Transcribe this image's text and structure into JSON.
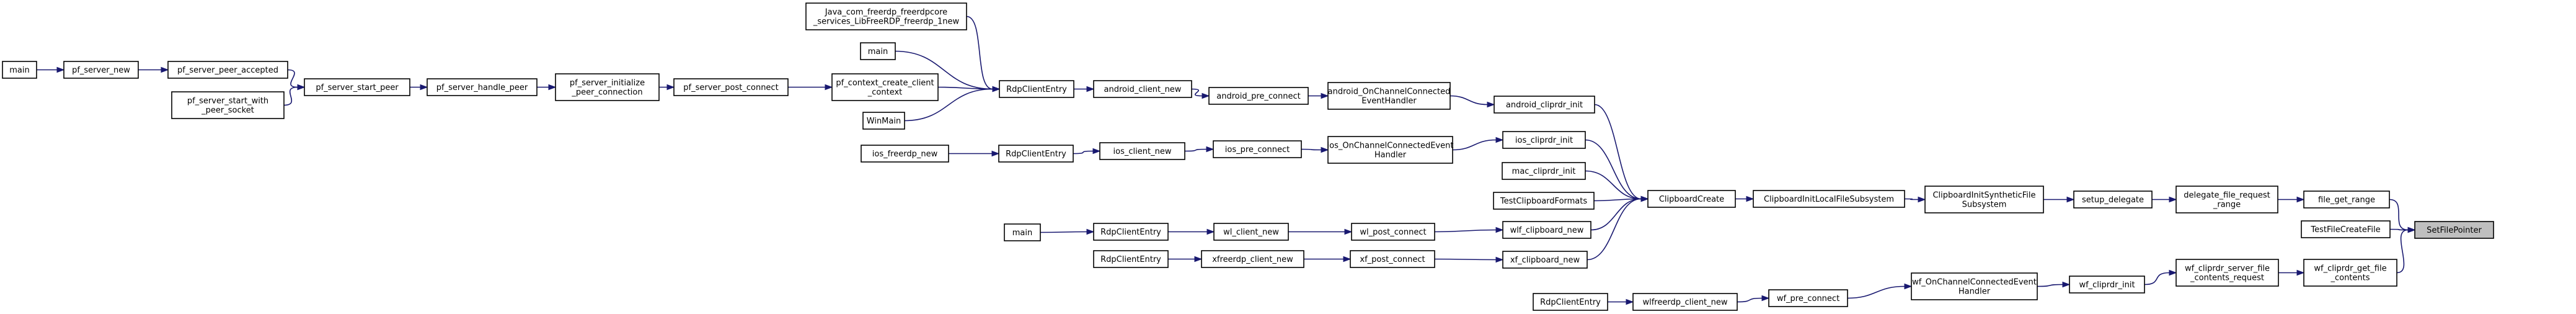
{
  "graph": {
    "nodes": [
      {
        "id": "n_main_l",
        "lines": [
          "main"
        ],
        "selected": false
      },
      {
        "id": "n_pf_server_new",
        "lines": [
          "pf_server_new"
        ],
        "selected": false
      },
      {
        "id": "n_pf_server_peer_accepted",
        "lines": [
          "pf_server_peer_accepted"
        ],
        "selected": false
      },
      {
        "id": "n_pf_server_start_with_peer_socket",
        "lines": [
          "pf_server_start_with",
          "_peer_socket"
        ],
        "selected": false
      },
      {
        "id": "n_pf_server_start_peer",
        "lines": [
          "pf_server_start_peer"
        ],
        "selected": false
      },
      {
        "id": "n_pf_server_handle_peer",
        "lines": [
          "pf_server_handle_peer"
        ],
        "selected": false
      },
      {
        "id": "n_pf_server_initialize_peer_connection",
        "lines": [
          "pf_server_initialize",
          "_peer_connection"
        ],
        "selected": false
      },
      {
        "id": "n_pf_server_post_connect",
        "lines": [
          "pf_server_post_connect"
        ],
        "selected": false
      },
      {
        "id": "n_java_freerdp_new",
        "lines": [
          "Java_com_freerdp_freerdpcore",
          "_services_LibFreeRDP_freerdp_1new"
        ],
        "selected": false
      },
      {
        "id": "n_main_top",
        "lines": [
          "main"
        ],
        "selected": false
      },
      {
        "id": "n_pf_context_create_client_context",
        "lines": [
          "pf_context_create_client",
          "_context"
        ],
        "selected": false
      },
      {
        "id": "n_winmain",
        "lines": [
          "WinMain"
        ],
        "selected": false
      },
      {
        "id": "n_rdp_client_entry_a",
        "lines": [
          "RdpClientEntry"
        ],
        "selected": false
      },
      {
        "id": "n_android_client_new",
        "lines": [
          "android_client_new"
        ],
        "selected": false
      },
      {
        "id": "n_android_pre_connect",
        "lines": [
          "android_pre_connect"
        ],
        "selected": false
      },
      {
        "id": "n_android_onchannelconnected",
        "lines": [
          "android_OnChannelConnected",
          "EventHandler"
        ],
        "selected": false
      },
      {
        "id": "n_android_cliprdr_init",
        "lines": [
          "android_cliprdr_init"
        ],
        "selected": false
      },
      {
        "id": "n_ios_freerdp_new",
        "lines": [
          "ios_freerdp_new"
        ],
        "selected": false
      },
      {
        "id": "n_rdp_client_entry_ios",
        "lines": [
          "RdpClientEntry"
        ],
        "selected": false
      },
      {
        "id": "n_ios_client_new",
        "lines": [
          "ios_client_new"
        ],
        "selected": false
      },
      {
        "id": "n_ios_pre_connect",
        "lines": [
          "ios_pre_connect"
        ],
        "selected": false
      },
      {
        "id": "n_ios_onchannelconnected",
        "lines": [
          "ios_OnChannelConnectedEvent",
          "Handler"
        ],
        "selected": false
      },
      {
        "id": "n_ios_cliprdr_init",
        "lines": [
          "ios_cliprdr_init"
        ],
        "selected": false
      },
      {
        "id": "n_mac_cliprdr_init",
        "lines": [
          "mac_cliprdr_init"
        ],
        "selected": false
      },
      {
        "id": "n_test_clipboard_formats",
        "lines": [
          "TestClipboardFormats"
        ],
        "selected": false
      },
      {
        "id": "n_main_wl",
        "lines": [
          "main"
        ],
        "selected": false
      },
      {
        "id": "n_rdp_client_entry_wl",
        "lines": [
          "RdpClientEntry"
        ],
        "selected": false
      },
      {
        "id": "n_wl_client_new",
        "lines": [
          "wl_client_new"
        ],
        "selected": false
      },
      {
        "id": "n_wl_post_connect",
        "lines": [
          "wl_post_connect"
        ],
        "selected": false
      },
      {
        "id": "n_wlf_clipboard_new",
        "lines": [
          "wlf_clipboard_new"
        ],
        "selected": false
      },
      {
        "id": "n_rdp_client_entry_xf",
        "lines": [
          "RdpClientEntry"
        ],
        "selected": false
      },
      {
        "id": "n_xfreerdp_client_new",
        "lines": [
          "xfreerdp_client_new"
        ],
        "selected": false
      },
      {
        "id": "n_xf_post_connect",
        "lines": [
          "xf_post_connect"
        ],
        "selected": false
      },
      {
        "id": "n_xf_clipboard_new",
        "lines": [
          "xf_clipboard_new"
        ],
        "selected": false
      },
      {
        "id": "n_clipboard_create",
        "lines": [
          "ClipboardCreate"
        ],
        "selected": false
      },
      {
        "id": "n_clipboard_init_local_file_subsystem",
        "lines": [
          "ClipboardInitLocalFileSubsystem"
        ],
        "selected": false
      },
      {
        "id": "n_clipboard_init_synthetic_file_subsystem",
        "lines": [
          "ClipboardInitSyntheticFile",
          "Subsystem"
        ],
        "selected": false
      },
      {
        "id": "n_setup_delegate",
        "lines": [
          "setup_delegate"
        ],
        "selected": false
      },
      {
        "id": "n_delegate_file_request_range",
        "lines": [
          "delegate_file_request",
          "_range"
        ],
        "selected": false
      },
      {
        "id": "n_file_get_range",
        "lines": [
          "file_get_range"
        ],
        "selected": false
      },
      {
        "id": "n_set_file_pointer",
        "lines": [
          "SetFilePointer"
        ],
        "selected": true
      },
      {
        "id": "n_test_file_create_file",
        "lines": [
          "TestFileCreateFile"
        ],
        "selected": false
      },
      {
        "id": "n_rdp_client_entry_wlf",
        "lines": [
          "RdpClientEntry"
        ],
        "selected": false
      },
      {
        "id": "n_wlfreerdp_client_new",
        "lines": [
          "wlfreerdp_client_new"
        ],
        "selected": false
      },
      {
        "id": "n_wf_pre_connect",
        "lines": [
          "wf_pre_connect"
        ],
        "selected": false
      },
      {
        "id": "n_wf_onchannelconnected",
        "lines": [
          "wf_OnChannelConnectedEvent",
          "Handler"
        ],
        "selected": false
      },
      {
        "id": "n_wf_cliprdr_init",
        "lines": [
          "wf_cliprdr_init"
        ],
        "selected": false
      },
      {
        "id": "n_wf_cliprdr_server_file_contents_request",
        "lines": [
          "wf_cliprdr_server_file",
          "_contents_request"
        ],
        "selected": false
      },
      {
        "id": "n_wf_cliprdr_get_file_contents",
        "lines": [
          "wf_cliprdr_get_file",
          "_contents"
        ],
        "selected": false
      }
    ],
    "edges": [
      {
        "from": "n_main_l",
        "to": "n_pf_server_new"
      },
      {
        "from": "n_pf_server_new",
        "to": "n_pf_server_peer_accepted"
      },
      {
        "from": "n_pf_server_peer_accepted",
        "to": "n_pf_server_start_peer"
      },
      {
        "from": "n_pf_server_start_with_peer_socket",
        "to": "n_pf_server_start_peer"
      },
      {
        "from": "n_pf_server_start_peer",
        "to": "n_pf_server_handle_peer"
      },
      {
        "from": "n_pf_server_handle_peer",
        "to": "n_pf_server_initialize_peer_connection"
      },
      {
        "from": "n_pf_server_initialize_peer_connection",
        "to": "n_pf_server_post_connect"
      },
      {
        "from": "n_pf_server_post_connect",
        "to": "n_pf_context_create_client_context"
      },
      {
        "from": "n_java_freerdp_new",
        "to": "n_rdp_client_entry_a"
      },
      {
        "from": "n_main_top",
        "to": "n_rdp_client_entry_a"
      },
      {
        "from": "n_pf_context_create_client_context",
        "to": "n_rdp_client_entry_a"
      },
      {
        "from": "n_winmain",
        "to": "n_rdp_client_entry_a"
      },
      {
        "from": "n_rdp_client_entry_a",
        "to": "n_android_client_new"
      },
      {
        "from": "n_android_client_new",
        "to": "n_android_pre_connect"
      },
      {
        "from": "n_android_pre_connect",
        "to": "n_android_onchannelconnected"
      },
      {
        "from": "n_android_onchannelconnected",
        "to": "n_android_cliprdr_init"
      },
      {
        "from": "n_android_cliprdr_init",
        "to": "n_clipboard_create"
      },
      {
        "from": "n_ios_freerdp_new",
        "to": "n_rdp_client_entry_ios"
      },
      {
        "from": "n_rdp_client_entry_ios",
        "to": "n_ios_client_new"
      },
      {
        "from": "n_ios_client_new",
        "to": "n_ios_pre_connect"
      },
      {
        "from": "n_ios_pre_connect",
        "to": "n_ios_onchannelconnected"
      },
      {
        "from": "n_ios_onchannelconnected",
        "to": "n_ios_cliprdr_init"
      },
      {
        "from": "n_ios_cliprdr_init",
        "to": "n_clipboard_create"
      },
      {
        "from": "n_mac_cliprdr_init",
        "to": "n_clipboard_create"
      },
      {
        "from": "n_test_clipboard_formats",
        "to": "n_clipboard_create"
      },
      {
        "from": "n_main_wl",
        "to": "n_rdp_client_entry_wl"
      },
      {
        "from": "n_rdp_client_entry_wl",
        "to": "n_wl_client_new"
      },
      {
        "from": "n_wl_client_new",
        "to": "n_wl_post_connect"
      },
      {
        "from": "n_wl_post_connect",
        "to": "n_wlf_clipboard_new"
      },
      {
        "from": "n_wlf_clipboard_new",
        "to": "n_clipboard_create"
      },
      {
        "from": "n_rdp_client_entry_xf",
        "to": "n_xfreerdp_client_new"
      },
      {
        "from": "n_xfreerdp_client_new",
        "to": "n_xf_post_connect"
      },
      {
        "from": "n_xf_post_connect",
        "to": "n_xf_clipboard_new"
      },
      {
        "from": "n_xf_clipboard_new",
        "to": "n_clipboard_create"
      },
      {
        "from": "n_clipboard_create",
        "to": "n_clipboard_init_local_file_subsystem"
      },
      {
        "from": "n_clipboard_init_local_file_subsystem",
        "to": "n_clipboard_init_synthetic_file_subsystem"
      },
      {
        "from": "n_clipboard_init_synthetic_file_subsystem",
        "to": "n_setup_delegate"
      },
      {
        "from": "n_setup_delegate",
        "to": "n_delegate_file_request_range"
      },
      {
        "from": "n_delegate_file_request_range",
        "to": "n_file_get_range"
      },
      {
        "from": "n_file_get_range",
        "to": "n_set_file_pointer"
      },
      {
        "from": "n_test_file_create_file",
        "to": "n_set_file_pointer"
      },
      {
        "from": "n_wf_cliprdr_get_file_contents",
        "to": "n_set_file_pointer"
      },
      {
        "from": "n_rdp_client_entry_wlf",
        "to": "n_wlfreerdp_client_new"
      },
      {
        "from": "n_wlfreerdp_client_new",
        "to": "n_wf_pre_connect"
      },
      {
        "from": "n_wf_pre_connect",
        "to": "n_wf_onchannelconnected"
      },
      {
        "from": "n_wf_onchannelconnected",
        "to": "n_wf_cliprdr_init"
      },
      {
        "from": "n_wf_cliprdr_init",
        "to": "n_wf_cliprdr_server_file_contents_request"
      },
      {
        "from": "n_wf_cliprdr_server_file_contents_request",
        "to": "n_wf_cliprdr_get_file_contents"
      }
    ]
  }
}
